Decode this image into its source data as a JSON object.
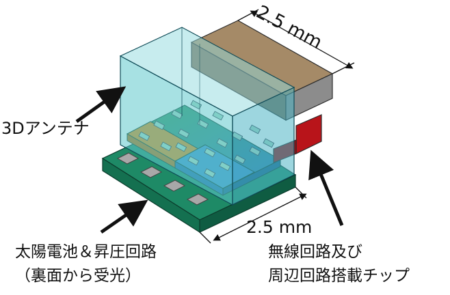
{
  "dimensions": {
    "top": "2.5 mm",
    "right": "2.5 mm"
  },
  "labels": {
    "antenna": "3Dアンテナ",
    "solar_line1": "太陽電池＆昇圧回路",
    "solar_line2": "（裏面から受光）",
    "chip_line1": "無線回路及び",
    "chip_line2": "周辺回路搭載チップ"
  },
  "colors": {
    "substrate": "#177a5a",
    "antenna_glass": "#5fc8cc",
    "chip_body": "#8c8c8c",
    "chip_top": "#a58a67",
    "chip_red": "#b8141a",
    "cell_orange": "#e08a1a",
    "cell_blue": "#3f93cd",
    "pad": "#a8a8a8"
  }
}
